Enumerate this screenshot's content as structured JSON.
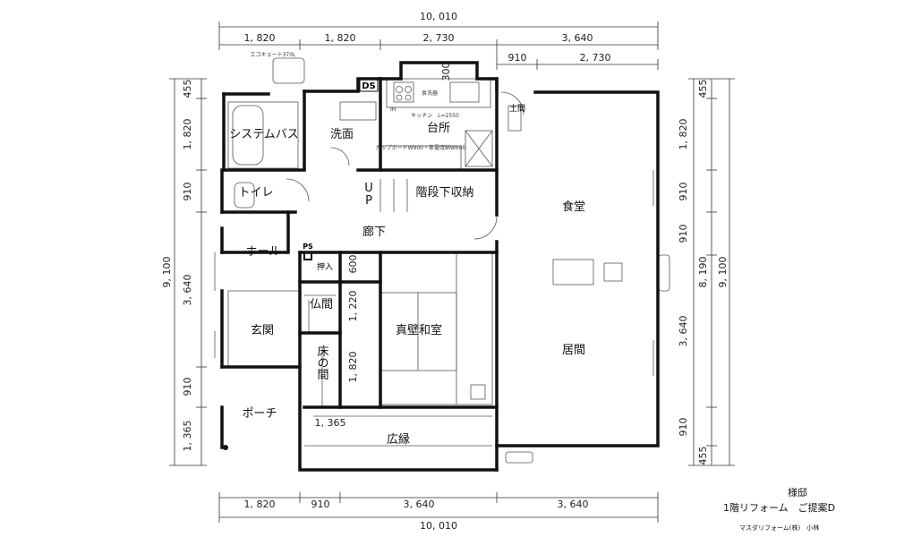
{
  "dimensions": {
    "top_total": "10, 010",
    "top_segments": [
      "1, 820",
      "1, 820",
      "2, 730",
      "3, 640"
    ],
    "top_inner_segments": [
      "910",
      "2, 730"
    ],
    "top_bump": "300",
    "bottom_total": "10, 010",
    "bottom_segments": [
      "1, 820",
      "910",
      "3, 640",
      "3, 640"
    ],
    "left_total": "9, 100",
    "left_segments": [
      "455",
      "1, 820",
      "910",
      "3, 640",
      "910",
      "1, 365"
    ],
    "right_total": "9, 100",
    "right_outer_segments": [
      "455",
      "1, 820",
      "910",
      "910",
      "3, 640",
      "910",
      "455"
    ],
    "right_middle": "8, 190",
    "interior": [
      "600",
      "1, 220",
      "1, 820",
      "1, 365"
    ]
  },
  "rooms": {
    "bath": "システムバス",
    "washroom": "洗面",
    "kitchen": "台所",
    "toilet": "トイレ",
    "hall": "ホール",
    "corridor": "廊下",
    "entrance": "玄関",
    "porch": "ポーチ",
    "altar": "仏間",
    "closet": "押入",
    "tokonoma": "床の間",
    "washitsu": "真壁和室",
    "engawa": "広縁",
    "dining": "食堂",
    "living": "居間",
    "doma": "土間",
    "stair_storage": "階段下収納",
    "stair_up": [
      "U",
      "P"
    ],
    "ds": "DS",
    "ps": "PS"
  },
  "notes": {
    "ecocute": "エコキュート370L",
    "dishwasher": "食洗器",
    "ih": "IH",
    "kitchen_size": "キッチン　L=2550",
    "cupboard": "カップボードW900・家電収納W600"
  },
  "title_block": {
    "owner": "様邸",
    "proposal": "1階リフォーム　ご提案D",
    "company": "マスダリフォーム(株)　小林"
  }
}
